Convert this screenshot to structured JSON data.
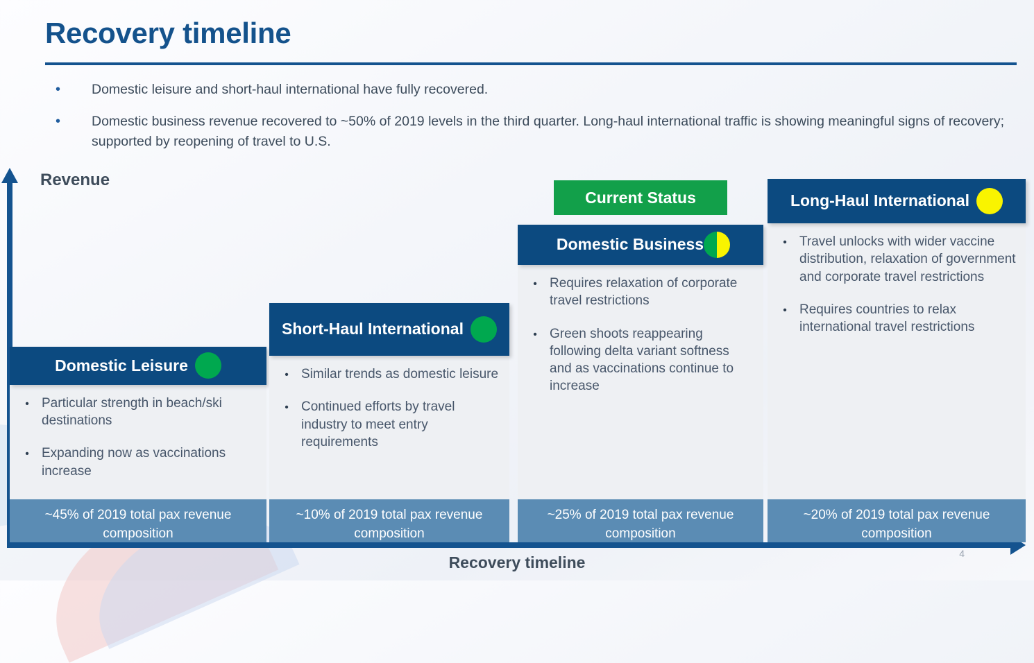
{
  "header": {
    "title": "Recovery timeline",
    "bullets": [
      "Domestic leisure and short-haul international have fully recovered.",
      "Domestic business revenue recovered to ~50% of 2019 levels in the third quarter. Long-haul international traffic is showing meaningful signs of recovery; supported by reopening of travel to U.S."
    ]
  },
  "axes": {
    "y_label": "Revenue",
    "x_label": "Recovery timeline"
  },
  "badge": {
    "current_status_label": "Current Status"
  },
  "page_number": "4",
  "colors": {
    "brand_blue": "#0c4a80",
    "title_blue": "#14528c",
    "green": "#00a84f",
    "badge_green": "#12a04a",
    "yellow": "#f9f400",
    "footer_blue": "#5b8cb4",
    "body_grey": "#eef0f3"
  },
  "columns": [
    {
      "id": "domestic-leisure",
      "title": "Domestic Leisure",
      "indicator": "green-circle-icon",
      "indicator_color": "#00a84f",
      "bullets": [
        "Particular strength in beach/ski destinations",
        "Expanding now as vaccinations increase"
      ],
      "footer": "~45% of 2019 total pax revenue composition",
      "share_pct": 45
    },
    {
      "id": "short-haul-international",
      "title": "Short-Haul International",
      "indicator": "green-circle-icon",
      "indicator_color": "#00a84f",
      "bullets": [
        "Similar trends as domestic leisure",
        "Continued efforts by travel industry to meet entry requirements"
      ],
      "footer": "~10% of 2019 total pax revenue composition",
      "share_pct": 10
    },
    {
      "id": "domestic-business",
      "title": "Domestic Business",
      "indicator": "half-green-yellow-circle-icon",
      "indicator_color": "#00a84f",
      "bullets": [
        "Requires relaxation of corporate travel restrictions",
        "Green shoots reappearing following delta variant softness and as vaccinations continue to increase"
      ],
      "footer": "~25% of 2019 total pax revenue composition",
      "share_pct": 25
    },
    {
      "id": "long-haul-international",
      "title": "Long-Haul International",
      "indicator": "yellow-circle-icon",
      "indicator_color": "#f9f400",
      "bullets": [
        "Travel unlocks with wider vaccine distribution, relaxation of government and corporate travel restrictions",
        "Requires countries to relax international travel restrictions"
      ],
      "footer": "~20% of 2019 total pax revenue composition",
      "share_pct": 20
    }
  ],
  "chart_data": {
    "type": "bar",
    "title": "Recovery timeline",
    "xlabel": "Recovery timeline",
    "ylabel": "Revenue",
    "categories": [
      "Domestic Leisure",
      "Short-Haul International",
      "Domestic Business",
      "Long-Haul International"
    ],
    "values": [
      45,
      10,
      25,
      20
    ],
    "value_unit": "% of 2019 total pax revenue composition",
    "recovery_stage": [
      "green",
      "green",
      "half-green-yellow",
      "yellow"
    ],
    "grid": false,
    "legend": "none",
    "annotation": "Current Status"
  }
}
